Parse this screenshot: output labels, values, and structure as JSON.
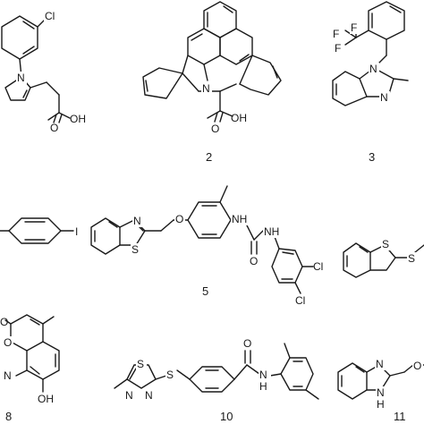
{
  "compounds": {
    "c1": {
      "number": "",
      "atoms": {
        "cl": "Cl",
        "n": "N",
        "oh": "OH",
        "o": "O"
      }
    },
    "c2": {
      "number": "2",
      "atoms": {
        "n": "N",
        "oh": "OH",
        "o": "O"
      }
    },
    "c3": {
      "number": "3",
      "atoms": {
        "f1": "F",
        "f2": "F",
        "f3": "F",
        "n1": "N",
        "n2": "N"
      }
    },
    "c4": {
      "number": "",
      "atoms": {
        "i": "I"
      }
    },
    "c5": {
      "number": "5",
      "atoms": {
        "n": "N",
        "s": "S",
        "o1": "O",
        "o2": "O",
        "nh1": "NH",
        "nh2": "NH",
        "cl1": "Cl",
        "cl2": "Cl"
      }
    },
    "c6": {
      "number": "",
      "atoms": {
        "s1": "S",
        "s2": "S"
      }
    },
    "c8": {
      "number": "8",
      "atoms": {
        "o1": "O",
        "o2": "O",
        "n": "N",
        "oh": "OH"
      }
    },
    "c10": {
      "number": "10",
      "atoms": {
        "s1": "S",
        "s2": "S",
        "n1": "N",
        "n2": "N",
        "o": "O",
        "nh": "N",
        "h": "H"
      }
    },
    "c11": {
      "number": "11",
      "atoms": {
        "n": "N",
        "nh": "N",
        "h": "H",
        "o": "O"
      }
    }
  }
}
